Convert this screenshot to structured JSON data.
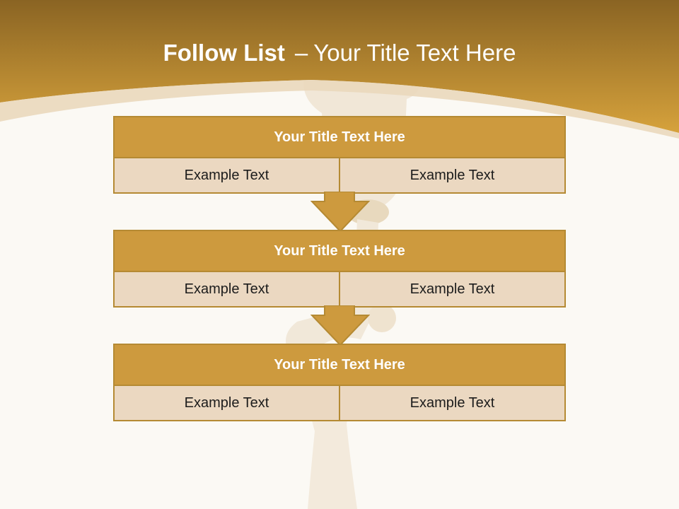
{
  "slide": {
    "title_bold": "Follow List",
    "title_separator": "–",
    "title_rest": "Your Title Text Here"
  },
  "colors": {
    "header_gradient_top": "#8a6423",
    "header_gradient_bottom": "#d6a23c",
    "box_title_fill": "#cd9a3e",
    "box_cell_fill": "#ebd8c1",
    "box_border": "#b58a33",
    "background": "#fbf9f4"
  },
  "steps": [
    {
      "title": "Your Title Text Here",
      "cells": [
        "Example Text",
        "Example Text"
      ]
    },
    {
      "title": "Your Title Text Here",
      "cells": [
        "Example Text",
        "Example Text"
      ]
    },
    {
      "title": "Your Title Text Here",
      "cells": [
        "Example Text",
        "Example Text"
      ]
    }
  ],
  "connectors": [
    "down-arrow-icon",
    "down-arrow-icon"
  ]
}
